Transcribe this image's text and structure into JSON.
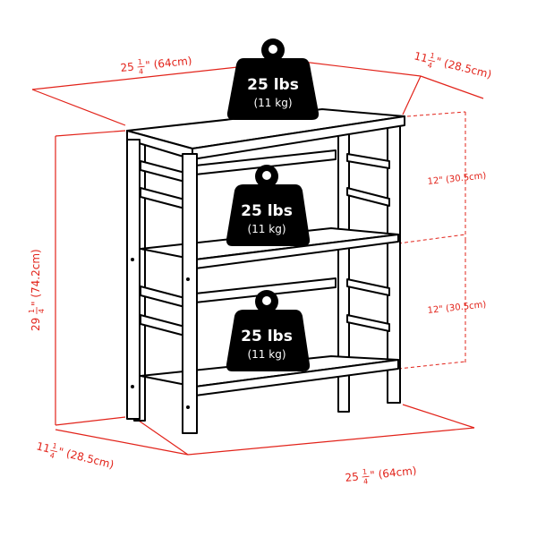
{
  "diagram": {
    "subject": "Three-tier bookshelf with weight capacities and dimensions",
    "colors": {
      "dimension_lines": "#e2231a",
      "weight_badges": "#000000",
      "outline": "#000000",
      "background": "#ffffff"
    },
    "dimensions": {
      "top_width": {
        "whole": "25",
        "num": "1",
        "den": "4",
        "rest": "\" (64cm)"
      },
      "top_depth": {
        "whole": "11",
        "num": "1",
        "den": "4",
        "rest": "\" (28.5cm)"
      },
      "height": {
        "whole": "29",
        "num": "1",
        "den": "4",
        "rest": "\" (74.2cm)"
      },
      "shelf_gap_upper": "12\" (30.5cm)",
      "shelf_gap_lower": "12\" (30.5cm)",
      "bottom_depth": {
        "whole": "11",
        "num": "1",
        "den": "4",
        "rest": "\" (28.5cm)"
      },
      "bottom_width": {
        "whole": "25",
        "num": "1",
        "den": "4",
        "rest": "\" (64cm)"
      }
    },
    "weights": [
      {
        "position": "top",
        "main": "25 lbs",
        "sub": "(11 kg)"
      },
      {
        "position": "middle-shelf",
        "main": "25 lbs",
        "sub": "(11 kg)"
      },
      {
        "position": "bottom-shelf",
        "main": "25 lbs",
        "sub": "(11 kg)"
      }
    ]
  }
}
